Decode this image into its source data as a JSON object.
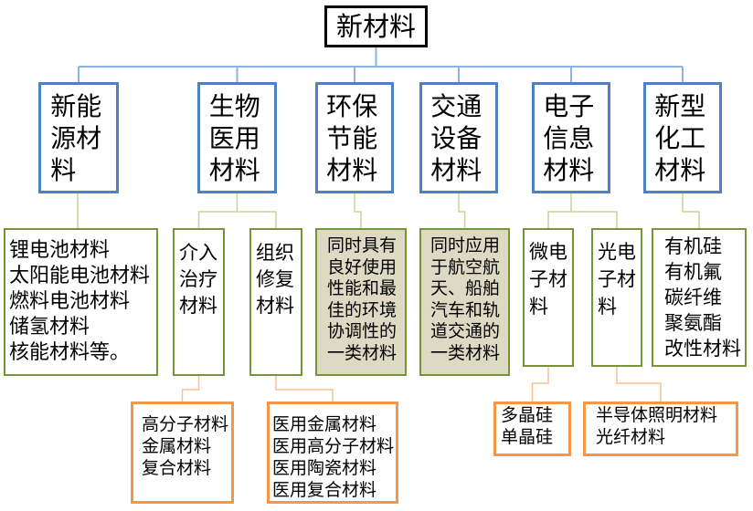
{
  "colors": {
    "root_border": "#000000",
    "category_border": "#4f81bd",
    "subcategory_border": "#77933c",
    "definition_fill": "#ddd9c3",
    "example_border": "#f79646",
    "link_top": "#8db3e2",
    "link_mid": "#c3d69b",
    "link_low": "#fac08f"
  },
  "root": {
    "label": "新材料"
  },
  "categories": [
    {
      "label": "新能源材料",
      "subcategories": [
        {
          "items": [
            "锂电池材料",
            "太阳能电池材料",
            "燃料电池材料",
            "储氢材料",
            "核能材料等。"
          ]
        }
      ]
    },
    {
      "label": "生物医用材料",
      "subcategories": [
        {
          "label": "介入治疗材料",
          "examples": [
            "高分子材料",
            "金属材料",
            "复合材料"
          ]
        },
        {
          "label": "组织修复材料",
          "examples": [
            "医用金属材料",
            "医用高分子材料",
            "医用陶瓷材料",
            "医用复合材料"
          ]
        }
      ]
    },
    {
      "label": "环保节能材料",
      "subcategories": [
        {
          "label": "同时具有良好使用性能和最佳的环境协调性的一类材料"
        }
      ]
    },
    {
      "label": "交通设备材料",
      "subcategories": [
        {
          "label": "同时应用于航空航天、船舶汽车和轨道交通的一类材料"
        }
      ]
    },
    {
      "label": "电子信息材料",
      "subcategories": [
        {
          "label": "微电子材料",
          "examples": [
            "多晶硅",
            "单晶硅"
          ]
        },
        {
          "label": "光电子材料",
          "examples": [
            "半导体照明材料",
            "光纤材料"
          ]
        }
      ]
    },
    {
      "label": "新型化工材料",
      "subcategories": [
        {
          "items": [
            "有机硅",
            "有机氟",
            "碳纤维",
            "聚氨酯",
            "改性材料"
          ]
        }
      ]
    }
  ]
}
